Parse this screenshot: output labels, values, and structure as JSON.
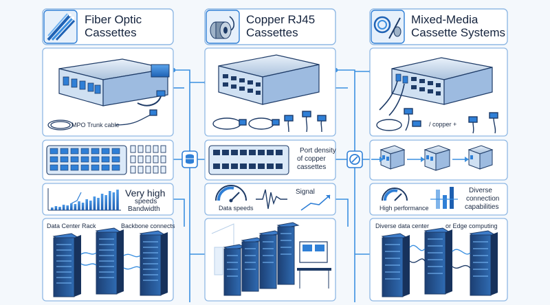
{
  "columns": [
    {
      "title_line1": "Fiber Optic",
      "title_line2": "Cassettes",
      "cable_label": "MPO Trunk cable",
      "speed_line1": "Very high",
      "speed_line2": "speeds",
      "speed_line3": "Bandwidth",
      "rack_label_left": "Data Center Rack",
      "rack_label_right": "Backbone connects"
    },
    {
      "title_line1": "Copper RJ45",
      "title_line2": "Cassettes",
      "density_line1": "Port density",
      "density_line2": "of copper",
      "density_line3": "cassettes",
      "gauge_label": "Data speeds",
      "signal_label": "Signal"
    },
    {
      "title_line1": "Mixed-Media",
      "title_line2": "Cassette Systems",
      "cable_label": "/ copper +",
      "diverse_line1": "Diverse",
      "diverse_line2": "connection",
      "diverse_line3": "capabilities",
      "perf_label": "High performance",
      "rack_label_left": "Diverse data center",
      "rack_label_right": "or Edge computing"
    }
  ],
  "colors": {
    "accent": "#2f7fd6",
    "line": "#3a8fe0",
    "panel_border": "#8fb8e4",
    "dark": "#1d3a66"
  },
  "icons": [
    "fiber-bundle-icon",
    "copper-spool-icon",
    "mixed-cable-icon",
    "database-connector-icon",
    "link-connector-icon"
  ]
}
